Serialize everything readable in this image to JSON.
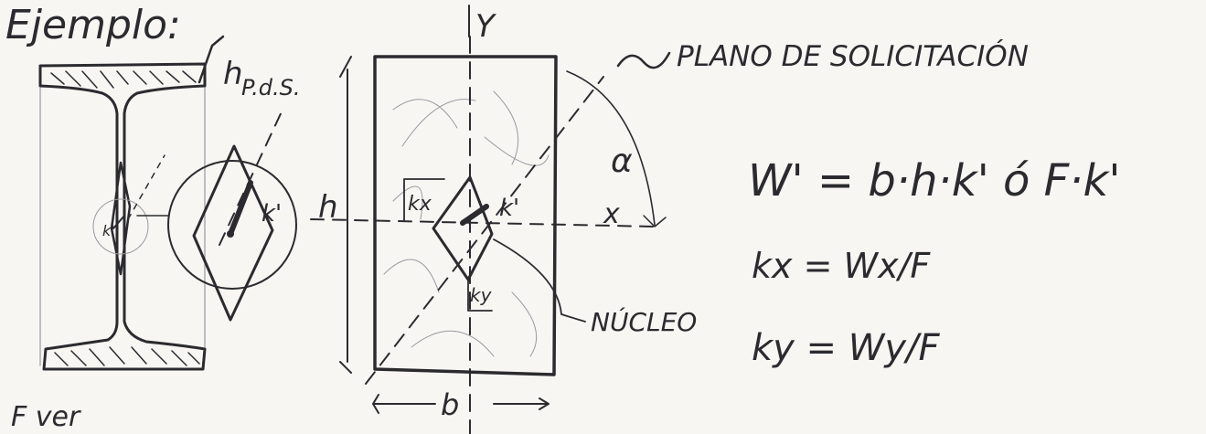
{
  "title": "Ejemplo:",
  "labels": {
    "pds": "P.d.S.",
    "plano": "PLANO DE SOLICITACIÓN",
    "h": "h",
    "b": "b",
    "y_axis": "Y",
    "x_axis": "x",
    "alpha": "α",
    "kx": "kx",
    "ky": "ky",
    "kprime_small": "k'",
    "kprime_detail": "k'",
    "kprime_rect": "k'",
    "nucleo": "NÚCLEO",
    "f_ver": "F ver"
  },
  "formulas": {
    "w": "W' = b·h·k' ó F·k'",
    "kx": "kx = Wx/F",
    "ky": "ky = Wy/F"
  },
  "colors": {
    "ink": "#2b2b2f",
    "paper": "#f7f6f3",
    "faint": "#9a9aa0"
  }
}
